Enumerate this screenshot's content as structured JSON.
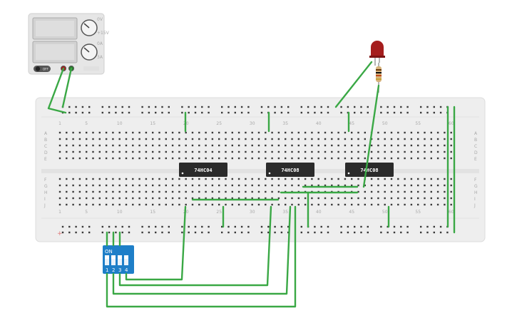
{
  "circuit": {
    "power_supply": {
      "button_label": "OFF",
      "knob_labels": [
        "0V",
        "+15V",
        "0A",
        "3A"
      ]
    },
    "breadboard": {
      "row_letters_top": [
        "A",
        "B",
        "C",
        "D",
        "E"
      ],
      "row_letters_bottom": [
        "F",
        "G",
        "H",
        "I",
        "J"
      ],
      "column_numbers": [
        "1",
        "5",
        "10",
        "15",
        "20",
        "25",
        "30",
        "35",
        "40",
        "45",
        "50",
        "55",
        "60"
      ],
      "rail_marks": [
        "+",
        "+"
      ]
    },
    "chips": [
      {
        "label": "74HC04"
      },
      {
        "label": "74HC08"
      },
      {
        "label": "74HC08"
      }
    ],
    "dip_switch": {
      "on_label": "ON",
      "switch_numbers": [
        "1",
        "2",
        "3",
        "4"
      ]
    },
    "colors": {
      "wire": "#3aa845",
      "breadboard": "#eeeeee",
      "chip": "#2b2b2b",
      "dip_switch": "#1e7fc8",
      "led": "#a51d1d",
      "supply_body": "#e6e6e6"
    }
  }
}
